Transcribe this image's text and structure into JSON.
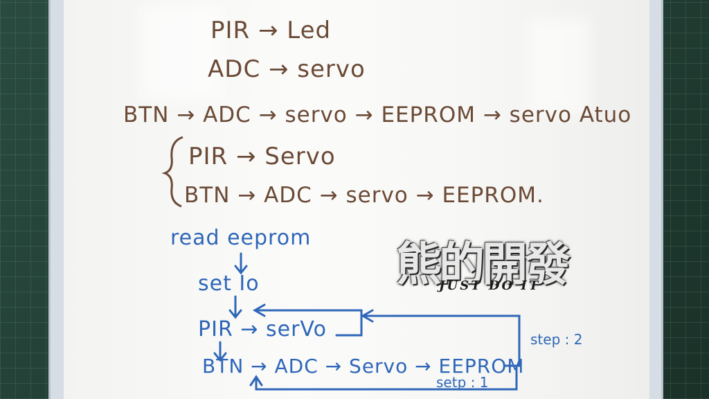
{
  "board": {
    "brown_lines": [
      "PIR → Led",
      "ADC → servo",
      "BTN → ADC → servo → EEPROM → servo  Atuo",
      "PIR → Servo",
      "BTN → ADC → servo → EEPROM."
    ],
    "blue_lines": {
      "read_eeprom": "read  eeprom",
      "set_io": "set  Io",
      "pir_servo": "PIR → serVo",
      "btn_chain": "BTN → ADC → Servo → EEPROM",
      "step2": "step : 2",
      "step1": "setp : 1"
    }
  },
  "logo": {
    "chinese_text": "熊的開發",
    "english_text": "JUST DO IT"
  }
}
